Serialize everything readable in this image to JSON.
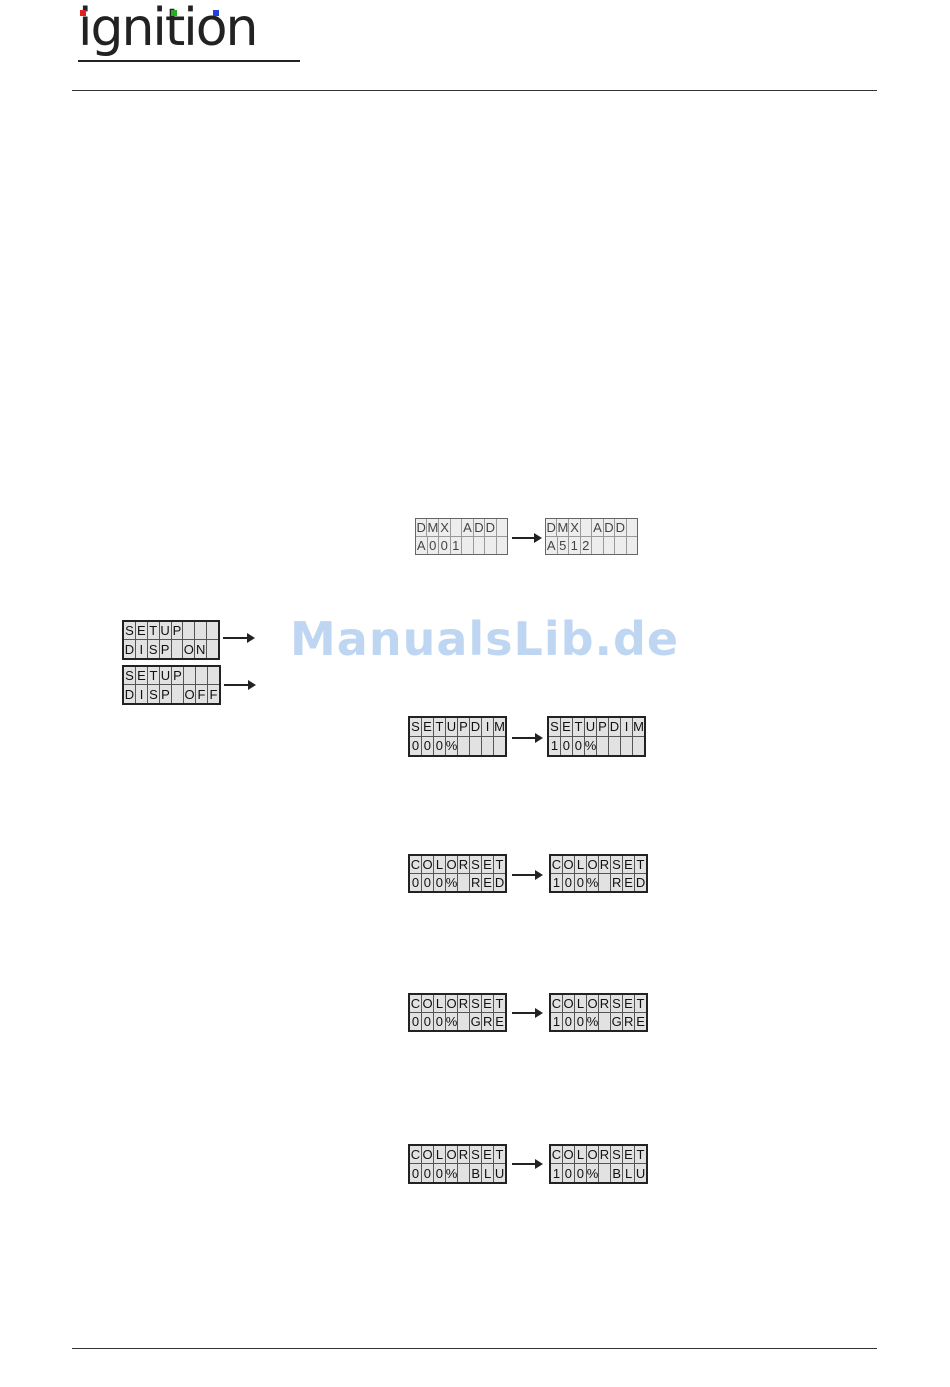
{
  "header": {
    "logo_text": "ignition",
    "logo_dot_colors": [
      "#e02020",
      "#20b020",
      "#2040e0"
    ]
  },
  "watermark": "ManualsLib.de",
  "displays": {
    "dmx_from": {
      "row1": [
        "D",
        "M",
        "X",
        " ",
        "A",
        "D",
        "D",
        " "
      ],
      "row2": [
        "A",
        "0",
        "0",
        "1",
        " ",
        " ",
        " ",
        " "
      ]
    },
    "dmx_to": {
      "row1": [
        "D",
        "M",
        "X",
        " ",
        "A",
        "D",
        "D",
        " "
      ],
      "row2": [
        "A",
        "5",
        "1",
        "2",
        " ",
        " ",
        " ",
        " "
      ]
    },
    "disp_on": {
      "row1": [
        "S",
        "E",
        "T",
        "U",
        "P",
        " ",
        " ",
        " "
      ],
      "row2": [
        "D",
        "I",
        "S",
        "P",
        " ",
        "O",
        "N",
        " "
      ]
    },
    "disp_off": {
      "row1": [
        "S",
        "E",
        "T",
        "U",
        "P",
        " ",
        " ",
        " "
      ],
      "row2": [
        "D",
        "I",
        "S",
        "P",
        " ",
        "O",
        "F",
        "F"
      ]
    },
    "dim_from": {
      "row1": [
        "S",
        "E",
        "T",
        "U",
        "P",
        "D",
        "I",
        "M"
      ],
      "row2": [
        "0",
        "0",
        "0",
        "%",
        " ",
        " ",
        " ",
        " "
      ]
    },
    "dim_to": {
      "row1": [
        "S",
        "E",
        "T",
        "U",
        "P",
        "D",
        "I",
        "M"
      ],
      "row2": [
        "1",
        "0",
        "0",
        "%",
        " ",
        " ",
        " ",
        " "
      ]
    },
    "red_from": {
      "row1": [
        "C",
        "O",
        "L",
        "O",
        "R",
        "S",
        "E",
        "T"
      ],
      "row2": [
        "0",
        "0",
        "0",
        "%",
        " ",
        "R",
        "E",
        "D"
      ]
    },
    "red_to": {
      "row1": [
        "C",
        "O",
        "L",
        "O",
        "R",
        "S",
        "E",
        "T"
      ],
      "row2": [
        "1",
        "0",
        "0",
        "%",
        " ",
        "R",
        "E",
        "D"
      ]
    },
    "gre_from": {
      "row1": [
        "C",
        "O",
        "L",
        "O",
        "R",
        "S",
        "E",
        "T"
      ],
      "row2": [
        "0",
        "0",
        "0",
        "%",
        " ",
        "G",
        "R",
        "E"
      ]
    },
    "gre_to": {
      "row1": [
        "C",
        "O",
        "L",
        "O",
        "R",
        "S",
        "E",
        "T"
      ],
      "row2": [
        "1",
        "0",
        "0",
        "%",
        " ",
        "G",
        "R",
        "E"
      ]
    },
    "blu_from": {
      "row1": [
        "C",
        "O",
        "L",
        "O",
        "R",
        "S",
        "E",
        "T"
      ],
      "row2": [
        "0",
        "0",
        "0",
        "%",
        " ",
        "B",
        "L",
        "U"
      ]
    },
    "blu_to": {
      "row1": [
        "C",
        "O",
        "L",
        "O",
        "R",
        "S",
        "E",
        "T"
      ],
      "row2": [
        "1",
        "0",
        "0",
        "%",
        " ",
        "B",
        "L",
        "U"
      ]
    }
  }
}
